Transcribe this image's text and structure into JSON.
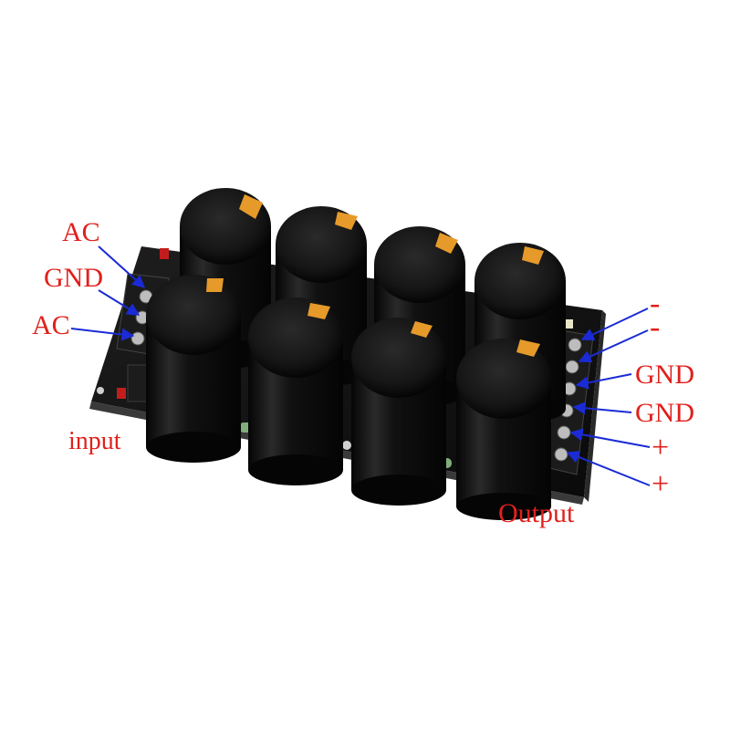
{
  "colors": {
    "label_red": "#e0201c",
    "arrow_blue": "#1a2bd6",
    "board_black": "#121212",
    "capacitor_black": "#0c0c0c",
    "sleeve_orange": "#e69a2a",
    "resistor_green": "#7fae7a"
  },
  "input_labels": [
    "AC",
    "GND",
    "AC"
  ],
  "input_caption": "input",
  "output_labels": [
    "-",
    "-",
    "GND",
    "GND",
    "+",
    "+"
  ],
  "output_caption": "Output"
}
